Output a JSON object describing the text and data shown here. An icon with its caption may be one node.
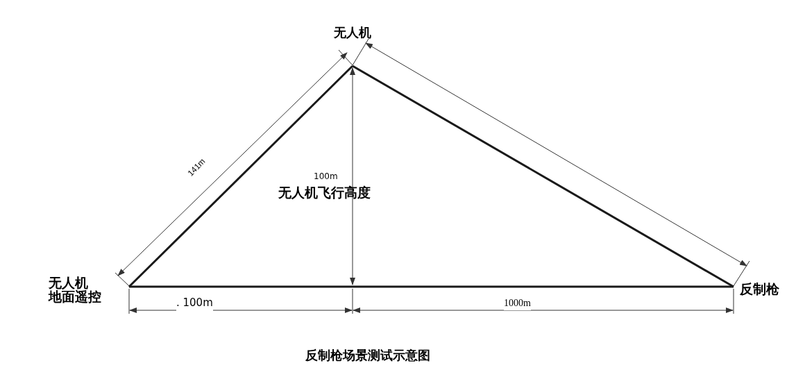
{
  "diagram": {
    "caption": "反制枪场景测试示意图",
    "nodes": [
      {
        "text": [
          "无人机地面遥控"
        ]
      },
      {
        "text": [
          "无人机"
        ]
      },
      {
        "text": [
          "反制枪"
        ]
      }
    ],
    "edges": [
      {
        "from": 0,
        "to": 1,
        "arrow": "none"
      },
      {
        "from": 1,
        "to": 2,
        "arrow": "none"
      },
      {
        "from": 0,
        "to": 2,
        "arrow": "none"
      }
    ],
    "labels": [
      "141m",
      "100m",
      "无人机飞行高度",
      ". 100m",
      "1000m"
    ]
  }
}
